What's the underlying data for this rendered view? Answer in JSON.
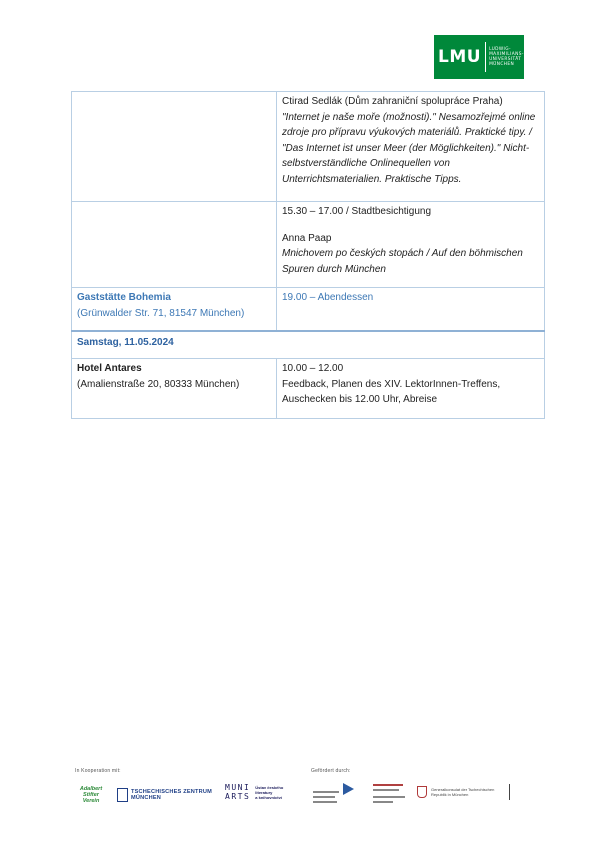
{
  "header": {
    "logo_mark": "LMU",
    "logo_lines": [
      "LUDWIG-",
      "MAXIMILIANS-",
      "UNIVERSITÄT",
      "MÜNCHEN"
    ]
  },
  "rows": [
    {
      "left": [],
      "right": {
        "speaker": "Ctirad Sedlák (Dům zahraniční spolupráce Praha)",
        "title": "\"Internet je naše moře (možnosti).\" Nesamozřejmé online zdroje pro přípravu výukových materiálů. Praktické tipy. / \"Das Internet ist unser Meer (der Möglichkeiten).\" Nicht-selbstverständliche Onlinequellen von Unterrichtsmaterialien. Praktische Tipps."
      }
    },
    {
      "left": [],
      "right": {
        "time": "15.30 – 17.00 / Stadtbesichtigung",
        "speaker": "Anna Paap",
        "title": "Mnichovem po českých stopách / Auf den böhmischen Spuren durch München"
      }
    },
    {
      "left": {
        "name": "Gaststätte Bohemia",
        "address": "(Grünwalder Str. 71, 81547 München)"
      },
      "right": {
        "time": "19.00 – Abendessen"
      }
    }
  ],
  "day": {
    "label": "Samstag, 11.05.2024"
  },
  "final_row": {
    "left": {
      "name": "Hotel Antares",
      "address": "(Amalienstraße 20, 80333 München)"
    },
    "right": {
      "time": "10.00 – 12.00",
      "text": "Feedback, Planen des XIV. LektorInnen-Treffens, Auschecken bis 12.00 Uhr, Abreise"
    }
  },
  "footer": {
    "coop_label": "In Kooperation mit:",
    "funded_label": "Gefördert durch:",
    "adalbert": "Adalbert Stifter Verein",
    "tz": [
      "TSCHECHISCHES ZENTRUM",
      "MÜNCHEN"
    ],
    "muni_mark": [
      "MUNI",
      "ARTS"
    ],
    "muni_text": [
      "Ústav českého",
      "literatury",
      "a knihovnictví"
    ],
    "rep_text": "Generalkonsulat der Tschechischen Republik in München"
  }
}
